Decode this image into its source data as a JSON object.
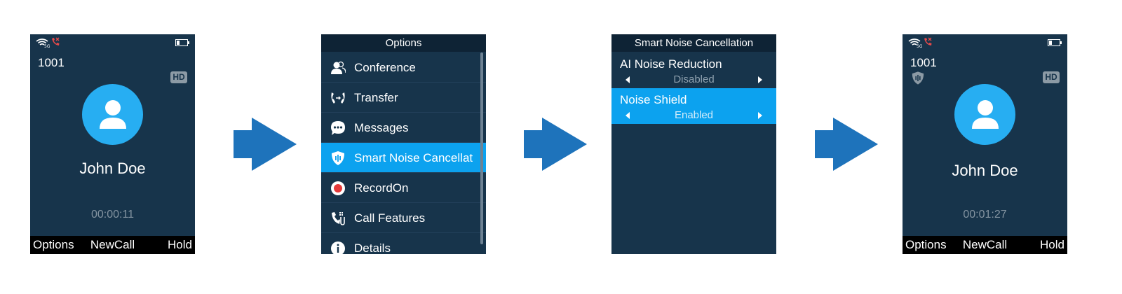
{
  "colors": {
    "screen_bg": "#17344b",
    "accent": "#27aef2",
    "highlight": "#0ca2ef",
    "arrow": "#1e73bb",
    "softkey_bg": "#000000"
  },
  "screen1": {
    "line_number": "1001",
    "hd": "HD",
    "caller_name": "John Doe",
    "timer": "00:00:11",
    "softkeys": {
      "left": "Options",
      "middle": "NewCall",
      "right": "Hold"
    }
  },
  "screen2": {
    "title": "Options",
    "items": [
      {
        "label": "Conference",
        "icon": "conference-icon"
      },
      {
        "label": "Transfer",
        "icon": "transfer-icon"
      },
      {
        "label": "Messages",
        "icon": "messages-icon"
      },
      {
        "label": "Smart Noise Cancellat",
        "icon": "noise-shield-icon",
        "selected": true
      },
      {
        "label": "RecordOn",
        "icon": "record-icon"
      },
      {
        "label": "Call Features",
        "icon": "call-features-icon"
      },
      {
        "label": "Details",
        "icon": "info-icon"
      }
    ]
  },
  "screen3": {
    "title": "Smart Noise Cancellation",
    "settings": [
      {
        "label": "AI Noise Reduction",
        "value": "Disabled"
      },
      {
        "label": "Noise Shield",
        "value": "Enabled",
        "selected": true
      }
    ]
  },
  "screen4": {
    "line_number": "1001",
    "hd": "HD",
    "caller_name": "John Doe",
    "timer": "00:01:27",
    "softkeys": {
      "left": "Options",
      "middle": "NewCall",
      "right": "Hold"
    }
  }
}
